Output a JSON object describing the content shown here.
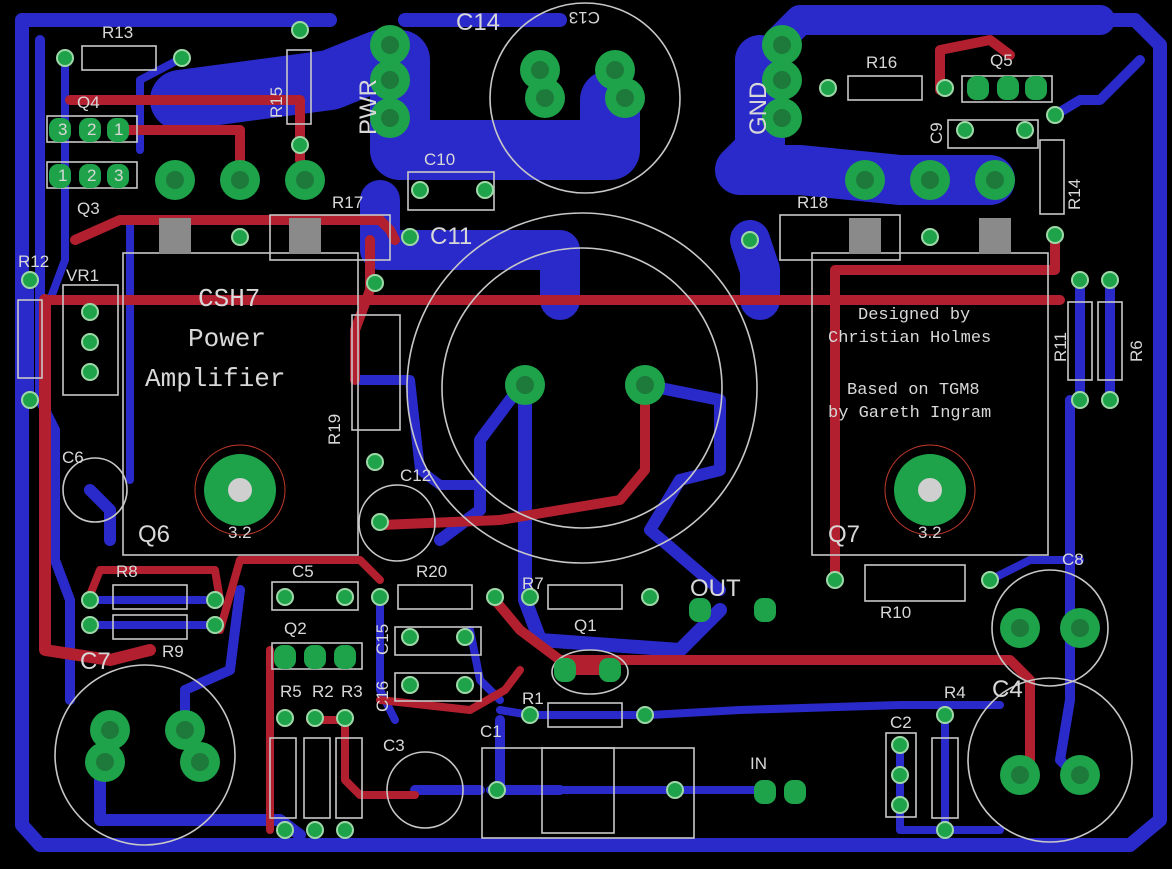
{
  "colors": {
    "background": "#000000",
    "bottom_copper": "#2a2acb",
    "top_copper": "#b21f2e",
    "pad": "#1fa34a",
    "silkscreen": "#c8c8c8"
  },
  "board": {
    "title_lines": [
      "CSH7",
      "Power",
      "Amplifier"
    ],
    "credit_lines": [
      "Designed by",
      "Christian Holmes",
      "Based on TGM8",
      "by Gareth Ingram"
    ],
    "hole_labels": [
      "3.2",
      "3.2"
    ],
    "connectors": {
      "pwr": "PWR",
      "gnd": "GND",
      "out": "OUT",
      "in": "IN"
    }
  },
  "parts": {
    "R1": "R1",
    "R2": "R2",
    "R3": "R3",
    "R4": "R4",
    "R5": "R5",
    "R6": "R6",
    "R7": "R7",
    "R8": "R8",
    "R9": "R9",
    "R10": "R10",
    "R11": "R11",
    "R12": "R12",
    "R13": "R13",
    "R14": "R14",
    "R15": "R15",
    "R16": "R16",
    "R17": "R17",
    "R18": "R18",
    "R19": "R19",
    "R20": "R20",
    "C1": "C1",
    "C2": "C2",
    "C3": "C3",
    "C4": "C4",
    "C5": "C5",
    "C6": "C6",
    "C7": "C7",
    "C8": "C8",
    "C9": "C9",
    "C10": "C10",
    "C11": "C11",
    "C12": "C12",
    "C13": "C13",
    "C14": "C14",
    "C15": "C15",
    "C16": "C16",
    "Q1": "Q1",
    "Q2": "Q2",
    "Q3": "Q3",
    "Q4": "Q4",
    "Q5": "Q5",
    "Q6": "Q6",
    "Q7": "Q7",
    "VR1": "VR1"
  },
  "pin_numbers": [
    "1",
    "2",
    "3"
  ]
}
